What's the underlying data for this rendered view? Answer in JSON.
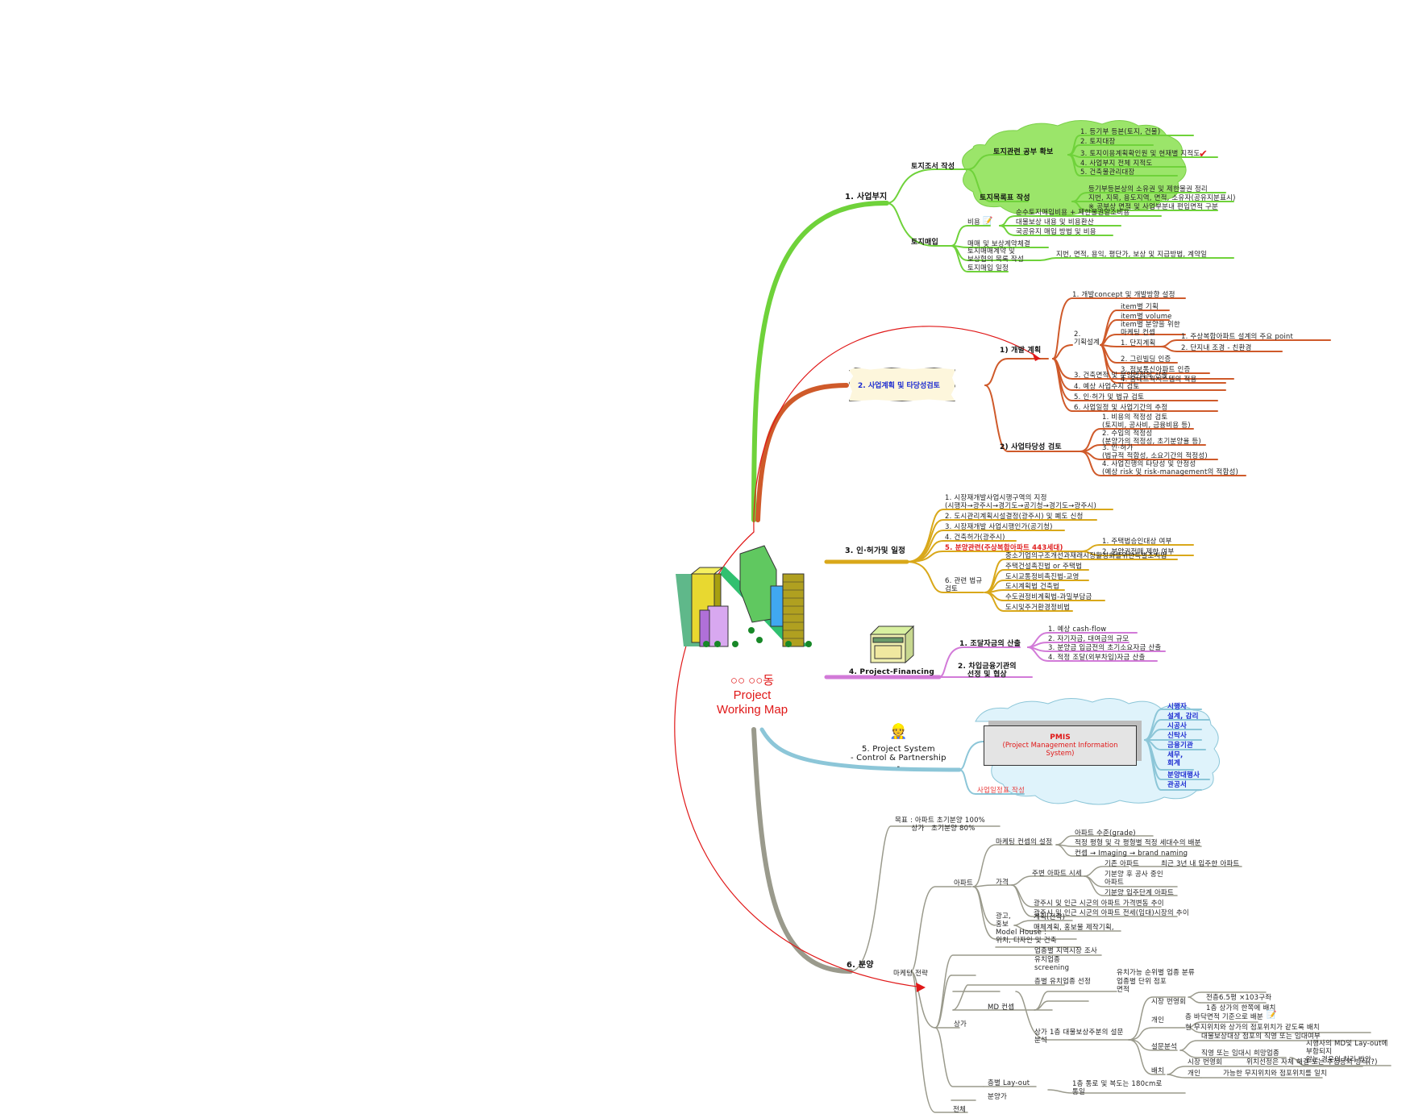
{
  "central": {
    "title_line1": "○○ ○○동",
    "title_line2": "Project",
    "title_line3": "Working Map",
    "image": "city-buildings-illustration"
  },
  "colors": {
    "branch1": "#6fd23a",
    "branch2": "#cf5a2a",
    "branch3": "#d9a81a",
    "branch4": "#d27ad8",
    "branch5": "#8cc6d8",
    "branch6": "#9a9a8c",
    "arrow": "#e01818",
    "cloud1": "#9be56a",
    "cloud5": "#d8f0f8"
  },
  "branches": {
    "b1": {
      "label": "1. 사업부지",
      "n_survey": "토지조서 작성",
      "n_docs": "토지관련 공부 확보",
      "docs": [
        "1. 등기부 등본(토지, 건물)",
        "2. 토지대장",
        "3. 토지이용계획확인원 및 현재별 지적도",
        "4. 사업부지 전체 지적도",
        "5. 건축물관리대장"
      ],
      "n_map": "토지목록표 작성",
      "map": [
        "등기부등본상의 소유권 및 제한물권 정리",
        "지번, 지목, 용도지역, 면적, 소유자(공유지분표시)",
        "※ 공부상 면적 및 사업부분내 편입면적 구분"
      ],
      "n_buy": "토지매입",
      "n_cost": "비용",
      "cost": [
        "순수토지매입비용 + 제한물권말소비용",
        "대물보상 내용 및 비용환산",
        "국공유지 매입 방법 및 비용"
      ],
      "buy_items": [
        "매매 및 보상계약체결",
        "토지매매계약 및\n보상협의 목록 작성",
        "토지매입 일정"
      ],
      "buy_detail": "지번, 면적, 용익, 평단가, 보상 및 지급방법, 계약일"
    },
    "b2": {
      "label": "2. 사업계획 및 타당성검토",
      "n_plan": "1) 개발 계획",
      "plan_1": "1. 개발concept 및 개발방향 설정",
      "n_design": "2.\n기획설계",
      "design": [
        "item별 기획",
        "item별 volume",
        "item별 분양을 위한\n마케팅 컨셉"
      ],
      "n_complex": "1. 단지계획",
      "complex": [
        "1. 주상복합아파트 설계의 주요 point",
        "2. 단지내 조경 - 친환경"
      ],
      "design_more": [
        "2. 그린빌딩 인증",
        "3. 정보통신아파트 인증",
        "4. 홈네트웍시스템의 적용"
      ],
      "plan_rest": [
        "3. 건축면적 및 분양면적의 산출",
        "4. 예상 사업수지 검토",
        "5. 인·허가 및 법규 검토",
        "6. 사업일정 및 사업기간의 추정"
      ],
      "n_feas": "2) 사업타당성 검토",
      "feas": [
        "1. 비용의 적정성 검토\n(토지비, 공사비, 금융비용 등)",
        "2. 수입의 적정성\n(분양가의 적정성, 초기분양율 등)",
        "3. 인·허가\n(법규적 적합성, 소요기간의 적정성)",
        "4. 사업진행의 타당성 및 안정성\n(예상 risk 및 risk-management의 적합성)"
      ]
    },
    "b3": {
      "label": "3. 인·허가및 일정",
      "items": [
        "1. 시장재개발사업시행구역의 지정\n(시행자→광주시→경기도→공기청→경기도→광주시)",
        "2. 도시관리계획시설결정(광주시) 및 폐도 신청",
        "3. 시장재개발 사업시행인가(공기청)",
        "4. 건축허가(광주시)"
      ],
      "item5": "5. 분양관련(주상복합아파트 443세대)",
      "item5_sub": [
        "1. 주택법승인대상 여부",
        "2. 분양권전매 제한 여부"
      ],
      "n_law": "6. 관련 법규\n검토",
      "laws": [
        "중소기업의구조개선과재래시장활성화를위한특별조치법",
        "주택건설촉진법 or 주택법",
        "도시교통정비촉진법-교영",
        "도시계획법 건축법",
        "수도권정비계획법-과밀부담금",
        "도시및주거환경정비법"
      ]
    },
    "b4": {
      "label": "4. Project-Financing",
      "n_calc": "1. 조달자금의 산출",
      "calc": [
        "1. 예상 cash-flow",
        "2. 자기자금, 대여금의 규모",
        "3. 분양금 입금전의 초기소요자금 산출",
        "4. 적정 조달(외부차입)자금 산출"
      ],
      "n_bank": "2. 차입금융기관의\n선정 및 협상"
    },
    "b5": {
      "label": "5. Project System\n- Control & Partnership\n-",
      "pmis_title": "PMIS",
      "pmis_sub": "(Project Management Information\nSystem)",
      "partners": [
        "시행자",
        "설계, 감리",
        "시공사",
        "신탁사",
        "금융기관",
        "세무,\n회계",
        "분양대행사",
        "관공서"
      ],
      "schedule": "사업일정표 작성"
    },
    "b6": {
      "label": "6. 분양",
      "goal": "목표 : 아파트 초기분양 100%\n       상가   초기분양 80%",
      "n_strategy": "마케팅 전략",
      "n_apt": "아파트",
      "n_concept": "마케팅 컨셉의 설정",
      "concept": [
        "아파트 수준(grade)",
        "적정 평형 및 각 평형별 적정 세대수의 배분",
        "컨셉 → Imaging → brand naming"
      ],
      "n_price": "가격",
      "n_market": "주변 아파트 시세",
      "market": [
        "기존 아파트",
        "기분양 후 공사 중인\n아파트",
        "기분양 입주단계 아파트"
      ],
      "market_note": "최근 3년 내 입주한 아파트",
      "price_more": [
        "광주시 및 인근 시군의 아파트 가격변동 추이",
        "광주시 및 인근 시군의 아파트 전세(임대)시장의 추이"
      ],
      "n_ad": "광고,\n홍보",
      "ad": [
        "계획(전략)",
        "매체계획, 홍보물 제작기획,"
      ],
      "model_house": "Model House :\n위치, 디자인 및 건축",
      "n_shop": "상가",
      "n_md": "MD 컨셉",
      "md": [
        "업종별 지역시장 조사",
        "유치업종\nscreening"
      ],
      "n_floor_select": "층별 유치업종 선정",
      "floor_select": [
        "유치가능 순위별 업종 분류",
        "업종별 단위 점포\n면적"
      ],
      "n_survey": "상가 1층 대물보상주분의 설문\n분석",
      "n_assoc": "시장 번영회",
      "assoc": [
        "전층6.5평 ×103구좌",
        "1층 상가의 한쪽에 배치"
      ],
      "n_indiv": "개인",
      "indiv": [
        "층 바닥면적 기준으로 배분",
        "현 무지위치와 상가의 점포위치가 같도록 배치"
      ],
      "n_qa": "설문분석",
      "qa": [
        "대물보상대상 점포의 직영 또는 임대여부",
        "직영 또는 임대시 희망업종"
      ],
      "qa_note": "시행사의 MD및 Lay-out에\n부합되지\n않는 경우의 처리 방안",
      "n_place": "배치",
      "place_assoc": "시장 번영회",
      "place_assoc_note": "위치선정은 자체 해결 또는 추첨등의 방식(?)",
      "place_indiv": "개인",
      "place_indiv_note": "가능한 무지위치와 점포위치를 일치",
      "n_layout": "층별 Lay-out",
      "layout_note": "1층 통로 및 복도는 180cm로\n통일",
      "n_price_shop": "분양가",
      "n_total": "전체"
    }
  }
}
